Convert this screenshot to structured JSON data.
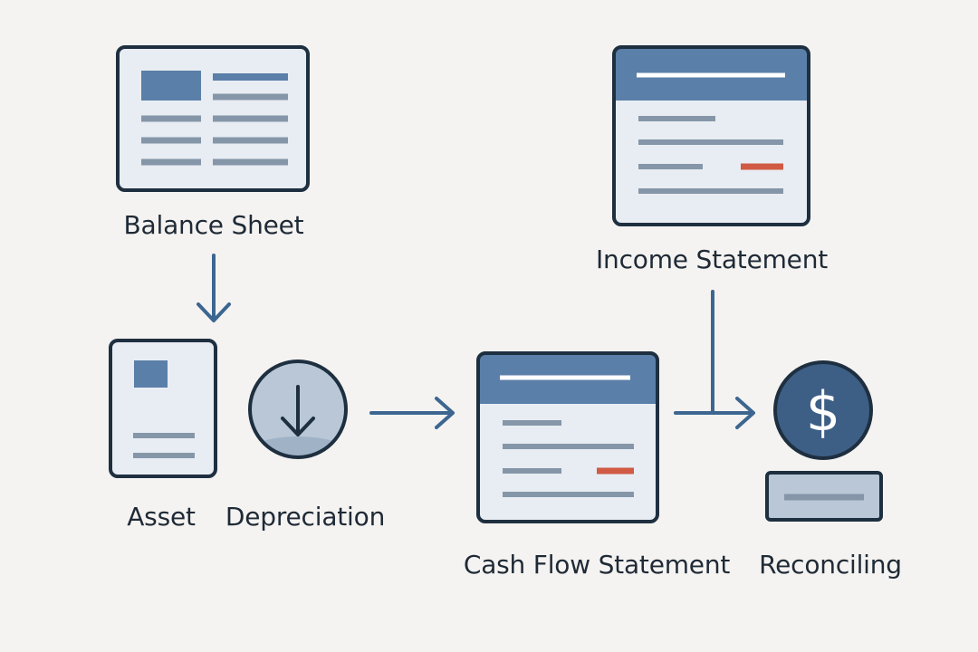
{
  "labels": {
    "balance_sheet": "Balance Sheet",
    "income_statement": "Income Statement",
    "asset": "Asset",
    "depreciation": "Depreciation",
    "cash_flow_statement": "Cash Flow Statement",
    "reconciling": "Reconciling"
  },
  "icons": {
    "dollar_symbol": "$"
  },
  "colors": {
    "dark_outline": "#1e2f40",
    "primary_blue": "#5a7fa8",
    "arrow_blue": "#3c6690",
    "line_gray": "#8596a8",
    "accent_red": "#d05a43",
    "card_fill": "#e8edf3",
    "coin_fill": "#3d5f85",
    "depreciation_fill": "#b9c7d6"
  }
}
